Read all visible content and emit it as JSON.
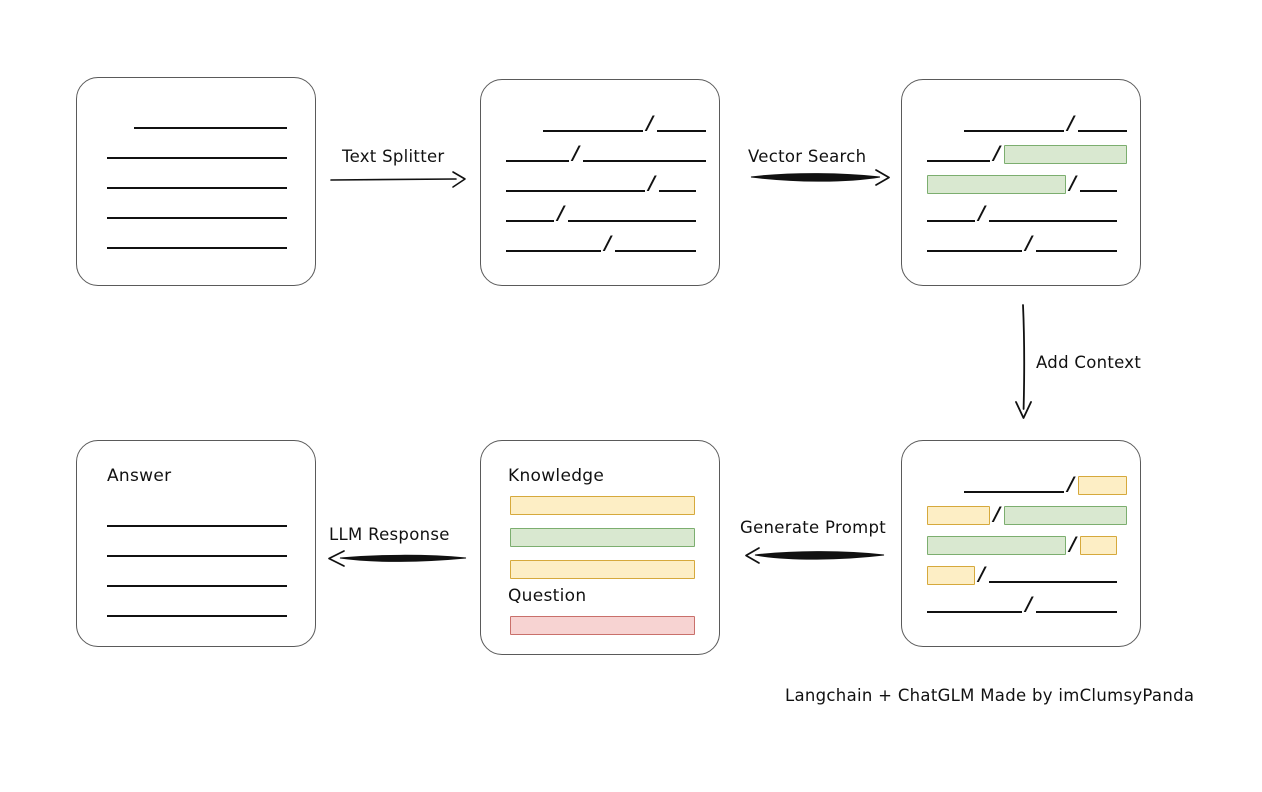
{
  "diagram": {
    "caption": "Langchain + ChatGLM Made by imClumsyPanda",
    "colors": {
      "highlight_green_fill": "#d9e8d0",
      "highlight_green_border": "#7cae6f",
      "highlight_yellow_fill": "#fdeec5",
      "highlight_yellow_border": "#d6a93c",
      "highlight_red_fill": "#f7d3d2",
      "highlight_red_border": "#c9706b",
      "card_border": "#5a5a5a",
      "line": "#111111"
    },
    "nodes": [
      {
        "id": "source-document",
        "title": "",
        "rows": [
          {
            "segments": [
              {
                "type": "indent",
                "w": 27
              },
              {
                "type": "line",
                "w": 153
              }
            ]
          },
          {
            "segments": [
              {
                "type": "line",
                "w": 180
              }
            ]
          },
          {
            "segments": [
              {
                "type": "line",
                "w": 180
              }
            ]
          },
          {
            "segments": [
              {
                "type": "line",
                "w": 180
              }
            ]
          },
          {
            "segments": [
              {
                "type": "line",
                "w": 180
              }
            ]
          }
        ]
      },
      {
        "id": "split-chunks",
        "title": "",
        "rows": [
          {
            "segments": [
              {
                "type": "indent",
                "w": 37
              },
              {
                "type": "line",
                "w": 100
              },
              {
                "type": "slash"
              },
              {
                "type": "line",
                "w": 49
              }
            ]
          },
          {
            "segments": [
              {
                "type": "line",
                "w": 63
              },
              {
                "type": "slash"
              },
              {
                "type": "line",
                "w": 123
              }
            ]
          },
          {
            "segments": [
              {
                "type": "line",
                "w": 139
              },
              {
                "type": "slash"
              },
              {
                "type": "line",
                "w": 37
              }
            ]
          },
          {
            "segments": [
              {
                "type": "line",
                "w": 48
              },
              {
                "type": "slash"
              },
              {
                "type": "line",
                "w": 128
              }
            ]
          },
          {
            "segments": [
              {
                "type": "line",
                "w": 95
              },
              {
                "type": "slash"
              },
              {
                "type": "line",
                "w": 81
              }
            ]
          }
        ]
      },
      {
        "id": "vector-matched-chunks",
        "title": "",
        "rows": [
          {
            "segments": [
              {
                "type": "indent",
                "w": 37
              },
              {
                "type": "line",
                "w": 100
              },
              {
                "type": "slash"
              },
              {
                "type": "line",
                "w": 49
              }
            ]
          },
          {
            "segments": [
              {
                "type": "line",
                "w": 63
              },
              {
                "type": "slash"
              },
              {
                "type": "green",
                "w": 123
              }
            ]
          },
          {
            "segments": [
              {
                "type": "green",
                "w": 139
              },
              {
                "type": "slash"
              },
              {
                "type": "line",
                "w": 37
              }
            ]
          },
          {
            "segments": [
              {
                "type": "line",
                "w": 48
              },
              {
                "type": "slash"
              },
              {
                "type": "line",
                "w": 128
              }
            ]
          },
          {
            "segments": [
              {
                "type": "line",
                "w": 95
              },
              {
                "type": "slash"
              },
              {
                "type": "line",
                "w": 81
              }
            ]
          }
        ]
      },
      {
        "id": "context-added-chunks",
        "title": "",
        "rows": [
          {
            "segments": [
              {
                "type": "indent",
                "w": 37
              },
              {
                "type": "line",
                "w": 100
              },
              {
                "type": "slash"
              },
              {
                "type": "yellow",
                "w": 49
              }
            ]
          },
          {
            "segments": [
              {
                "type": "yellow",
                "w": 63
              },
              {
                "type": "slash"
              },
              {
                "type": "green",
                "w": 123
              }
            ]
          },
          {
            "segments": [
              {
                "type": "green",
                "w": 139
              },
              {
                "type": "slash"
              },
              {
                "type": "yellow",
                "w": 37
              }
            ]
          },
          {
            "segments": [
              {
                "type": "yellow",
                "w": 48
              },
              {
                "type": "slash"
              },
              {
                "type": "line",
                "w": 128
              }
            ]
          },
          {
            "segments": [
              {
                "type": "line",
                "w": 95
              },
              {
                "type": "slash"
              },
              {
                "type": "line",
                "w": 81
              }
            ]
          }
        ]
      },
      {
        "id": "prompt",
        "knowledge_label": "Knowledge",
        "question_label": "Question",
        "knowledge_bars": [
          {
            "color": "yellow"
          },
          {
            "color": "green"
          },
          {
            "color": "yellow"
          }
        ],
        "question_bars": [
          {
            "color": "red"
          }
        ]
      },
      {
        "id": "answer",
        "title": "Answer",
        "rows": [
          {
            "segments": [
              {
                "type": "line",
                "w": 180
              }
            ]
          },
          {
            "segments": [
              {
                "type": "line",
                "w": 180
              }
            ]
          },
          {
            "segments": [
              {
                "type": "line",
                "w": 180
              }
            ]
          },
          {
            "segments": [
              {
                "type": "line",
                "w": 180
              }
            ]
          }
        ]
      }
    ],
    "edges": [
      {
        "id": "text-splitter",
        "label": "Text Splitter",
        "direction": "right"
      },
      {
        "id": "vector-search",
        "label": "Vector Search",
        "direction": "right"
      },
      {
        "id": "add-context",
        "label": "Add Context",
        "direction": "down"
      },
      {
        "id": "generate-prompt",
        "label": "Generate Prompt",
        "direction": "left"
      },
      {
        "id": "llm-response",
        "label": "LLM Response",
        "direction": "left"
      }
    ]
  }
}
